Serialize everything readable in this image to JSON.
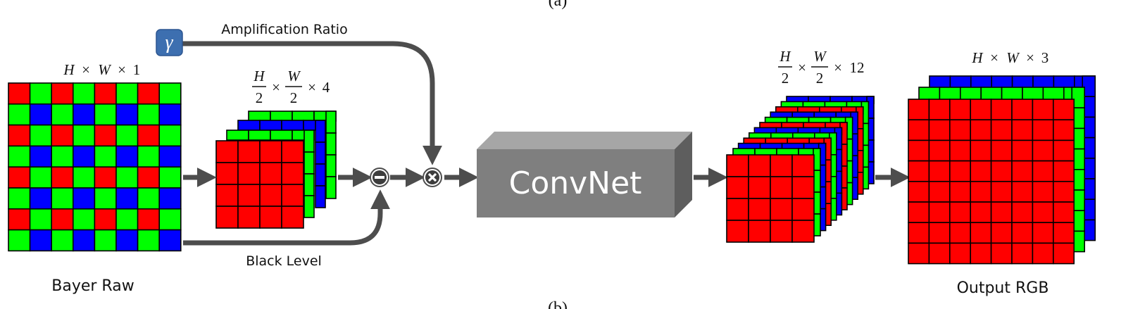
{
  "top_caption": "(a)",
  "bottom_caption": "(b)",
  "colors": {
    "red": "#ff0000",
    "green": "#00ff00",
    "blue": "#0000ff",
    "arrow": "#4d4d4d",
    "gamma_box": "#3d6fb0",
    "convnet_front": "#7f7f7f",
    "convnet_top": "#a6a6a6",
    "convnet_side": "#595959"
  },
  "bayer": {
    "title": "Bayer Raw",
    "dims": {
      "a": "H",
      "x1": "×",
      "b": "W",
      "x2": "×",
      "c": "1"
    },
    "pattern": [
      "red",
      "green",
      "green",
      "blue"
    ]
  },
  "packed": {
    "dims": {
      "num1": "H",
      "den1": "2",
      "x1": "×",
      "num2": "W",
      "den2": "2",
      "x2": "×",
      "c": "4"
    }
  },
  "amplification": {
    "symbol": "γ",
    "label": "Amplification Ratio"
  },
  "black_level": {
    "label": "Black Level"
  },
  "ops": {
    "subtract": "−",
    "multiply": "×"
  },
  "convnet": {
    "label": "ConvNet"
  },
  "features": {
    "dims": {
      "num1": "H",
      "den1": "2",
      "x1": "×",
      "num2": "W",
      "den2": "2",
      "x2": "×",
      "c": "12"
    }
  },
  "output": {
    "title": "Output RGB",
    "dims": {
      "a": "H",
      "x1": "×",
      "b": "W",
      "x2": "×",
      "c": "3"
    }
  }
}
